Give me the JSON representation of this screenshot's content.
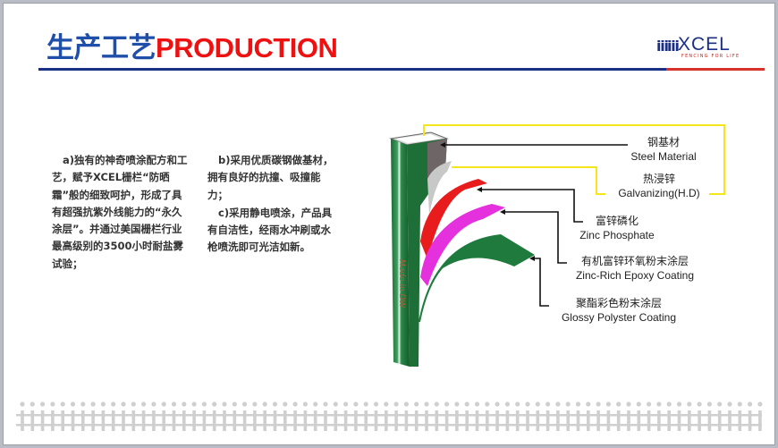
{
  "title": {
    "cn": "生产工艺",
    "en": "PRODUCTION"
  },
  "logo": {
    "mark": "ⅲⅲ",
    "name": "XCEL",
    "tagline": "FENCING FOR LIFE"
  },
  "paragraphs": {
    "a": "a)独有的神奇喷涂配方和工艺，赋予XCEL栅栏“防晒霜”般的细致呵护，形成了具有超强抗紫外线能力的“永久涂层”。并通过美国栅栏行业最高级别的3500小时耐盐雾试验；",
    "b": "b)采用优质碳钢做基材，拥有良好的抗撞、吸撞能力；",
    "c": "c)采用静电喷涂，产品具有自洁性，经雨水冲刷或水枪喷洗即可光洁如新。"
  },
  "post_text": "Made in DW",
  "layers": [
    {
      "cn": "钢基材",
      "en": "Steel Material"
    },
    {
      "cn": "热浸锌",
      "en": "Galvanizing(H.D)"
    },
    {
      "cn": "富锌磷化",
      "en": "Zinc Phosphate"
    },
    {
      "cn": "有机富锌环氧粉末涂层",
      "en": "Zinc-Rich Epoxy Coating"
    },
    {
      "cn": "聚酯彩色粉末涂层",
      "en": "Glossy Polyster Coating"
    }
  ],
  "colors": {
    "blue": "#1f4fa8",
    "red": "#ee1111",
    "yellow": "#f5e61a",
    "green": "#1e7a3c",
    "magenta": "#e62ee0"
  }
}
